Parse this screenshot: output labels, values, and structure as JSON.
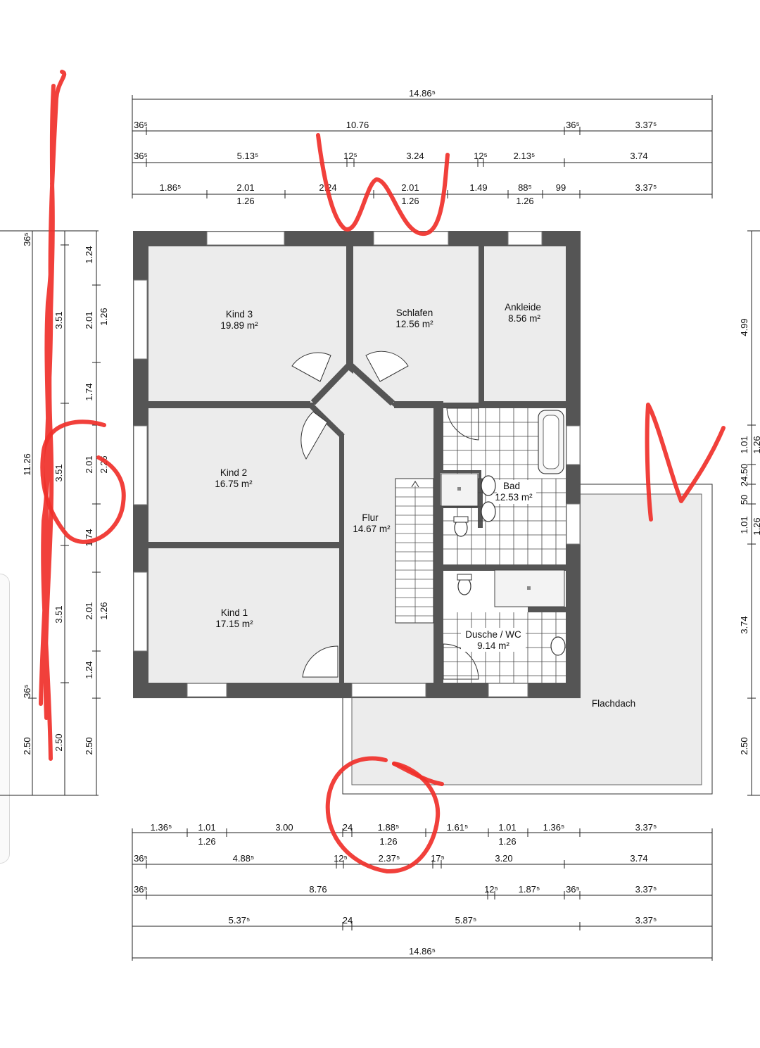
{
  "dimensions": {
    "top": {
      "row1": [
        {
          "v": "14.86⁵"
        }
      ],
      "row2": [
        {
          "v": "36⁵"
        },
        {
          "v": "10.76"
        },
        {
          "v": "36⁵"
        },
        {
          "v": "3.37⁵"
        }
      ],
      "row3": [
        {
          "v": "36⁵"
        },
        {
          "v": "5.13⁵"
        },
        {
          "v": "12⁵"
        },
        {
          "v": "3.24"
        },
        {
          "v": "12⁵"
        },
        {
          "v": "2.13⁵"
        },
        {
          "v": "3.74"
        }
      ],
      "row4": [
        {
          "v": "1.86⁵"
        },
        {
          "v": "2.01",
          "sub": "1.26"
        },
        {
          "v": "2.24"
        },
        {
          "v": "2.01",
          "sub": "1.26"
        },
        {
          "v": "1.49"
        },
        {
          "v": "88⁵",
          "sub": "1.26"
        },
        {
          "v": "99"
        },
        {
          "v": "3.37⁵"
        }
      ]
    },
    "bottom": {
      "row1": [
        {
          "v": "1.36⁵"
        },
        {
          "v": "1.01",
          "sub": "1.26"
        },
        {
          "v": "3.00"
        },
        {
          "v": "24"
        },
        {
          "v": "1.88⁵",
          "sub": "1.26"
        },
        {
          "v": "1.61⁵"
        },
        {
          "v": "1.01",
          "sub": "1.26"
        },
        {
          "v": "1.36⁵"
        },
        {
          "v": "3.37⁵"
        }
      ],
      "row2": [
        {
          "v": "36⁵"
        },
        {
          "v": "4.88⁵"
        },
        {
          "v": "12⁵"
        },
        {
          "v": "2.37⁵"
        },
        {
          "v": "17⁵"
        },
        {
          "v": "3.20"
        },
        {
          "v": "3.74"
        }
      ],
      "row3": [
        {
          "v": "36⁵"
        },
        {
          "v": "8.76"
        },
        {
          "v": "12⁵"
        },
        {
          "v": "1.87⁵"
        },
        {
          "v": "36⁵"
        },
        {
          "v": "3.37⁵"
        }
      ],
      "row4": [
        {
          "v": "5.37⁵"
        },
        {
          "v": "24"
        },
        {
          "v": "5.87⁵"
        },
        {
          "v": "3.37⁵"
        }
      ],
      "row5": [
        {
          "v": "14.86⁵"
        }
      ]
    },
    "left": {
      "outer": [
        {
          "v": "11.26"
        },
        {
          "v": "2.50"
        }
      ],
      "inner_a": [
        {
          "v": "36⁵"
        },
        {
          "v": "36⁵"
        }
      ],
      "inner_b": [
        {
          "v": "3.51"
        },
        {
          "v": "3.51"
        },
        {
          "v": "3.51"
        },
        {
          "v": "2.50"
        }
      ],
      "inner_c": [
        {
          "v": "1.24"
        },
        {
          "v": "2.01"
        },
        {
          "v": "1.74"
        },
        {
          "v": "2.01"
        },
        {
          "v": "1.74"
        },
        {
          "v": "2.01"
        },
        {
          "v": "1.24"
        },
        {
          "v": "2.50"
        }
      ],
      "inner_d": [
        {
          "v": "1.26"
        },
        {
          "v": "2.26"
        },
        {
          "v": "1.26"
        }
      ]
    },
    "right": {
      "col1": [
        {
          "v": "4.99"
        },
        {
          "v": "1.01"
        },
        {
          "v": "24.50"
        },
        {
          "v": "50"
        },
        {
          "v": "1.01"
        },
        {
          "v": "3.74"
        },
        {
          "v": "2.50"
        }
      ],
      "col2": [
        {
          "v": "1.26"
        },
        {
          "v": "1.26"
        }
      ]
    }
  },
  "rooms": [
    {
      "name": "Kind 3",
      "area": "19.89 m²"
    },
    {
      "name": "Schlafen",
      "area": "12.56 m²"
    },
    {
      "name": "Ankleide",
      "area": "8.56 m²"
    },
    {
      "name": "Kind 2",
      "area": "16.75 m²"
    },
    {
      "name": "Flur",
      "area": "14.67 m²"
    },
    {
      "name": "Bad",
      "area": "12.53 m²"
    },
    {
      "name": "Kind 1",
      "area": "17.15 m²"
    },
    {
      "name": "Dusche / WC",
      "area": "9.14 m²"
    }
  ],
  "roof_label": "Flachdach",
  "colors": {
    "wall": "#555555",
    "floor": "#ececec",
    "annotation": "#f0302a"
  }
}
